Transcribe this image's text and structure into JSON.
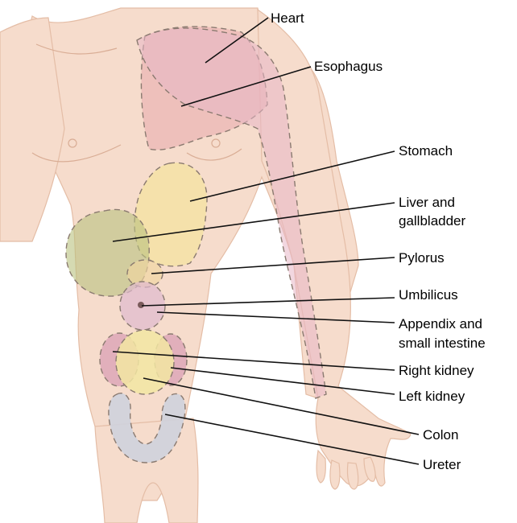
{
  "labels": {
    "heart": "Heart",
    "esophagus": "Esophagus",
    "stomach": "Stomach",
    "liver_1": "Liver and",
    "liver_2": "gallbladder",
    "pylorus": "Pylorus",
    "umbilicus": "Umbilicus",
    "appendix_1": "Appendix and",
    "appendix_2": "small intestine",
    "right_kidney": "Right kidney",
    "left_kidney": "Left kidney",
    "colon": "Colon",
    "ureter": "Ureter"
  },
  "colors": {
    "skin": "#f6dccc",
    "heart_zone": "#e8a9ad",
    "esophagus_zone": "#e7b7c6",
    "stomach_zone": "#f4e39a",
    "liver_zone": "#b9c27e",
    "pylorus_zone": "#f0d6a0",
    "umbilicus_zone": "#e0b9cf",
    "intestine_zone": "#f2e6a2",
    "kidney_zone": "#d9a0b6",
    "ureter_zone": "#cfd1dd"
  }
}
